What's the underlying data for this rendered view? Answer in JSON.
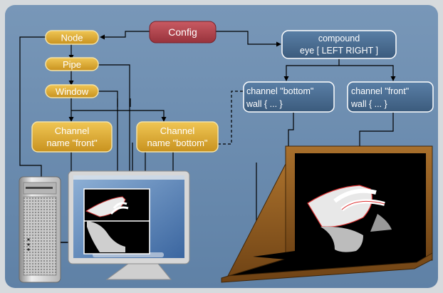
{
  "nodes": {
    "config": "Config",
    "node": "Node",
    "pipe": "Pipe",
    "window": "Window",
    "channel_front_1": "Channel",
    "channel_front_2": "name \"front\"",
    "channel_bottom_1": "Channel",
    "channel_bottom_2": "name \"bottom\"",
    "compound_1": "compound",
    "compound_2": "eye [ LEFT RIGHT ]",
    "ch_bottom_1": "channel \"bottom\"",
    "ch_bottom_2": "wall { ... }",
    "ch_front_1": "channel \"front\"",
    "ch_front_2": "wall { ... }"
  },
  "colors": {
    "background": "#6f90b3",
    "frame": "#d6dadd",
    "config_box": "#b0454e",
    "resource_box": "#d9aa38",
    "compound_box": "#47698c",
    "text": "#ffffff",
    "line": "#000000"
  }
}
